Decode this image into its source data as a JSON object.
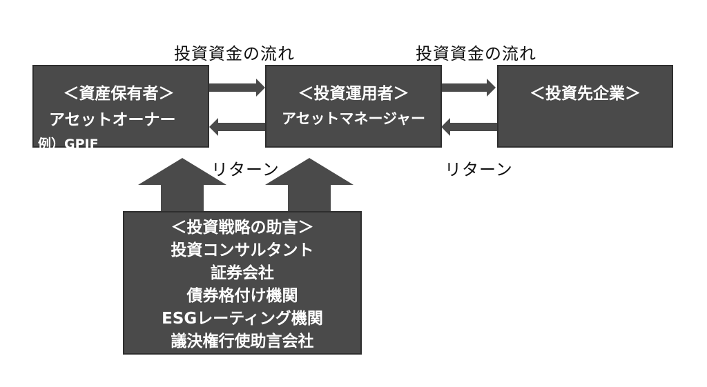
{
  "colors": {
    "box_fill": "#4a4a4a",
    "box_border": "#2e2e2e",
    "arrow": "#4a4a4a",
    "text_on_box": "#ffffff"
  },
  "asset_owner": {
    "title": "＜資産保有者＞",
    "role": "アセットオーナー",
    "example": "例）GPIF"
  },
  "asset_manager": {
    "title": "＜投資運用者＞",
    "role": "アセットマネージャー"
  },
  "investee": {
    "title": "＜投資先企業＞"
  },
  "advisors": {
    "title": "＜投資戦略の助言＞",
    "items": [
      "投資コンサルタント",
      "証券会社",
      "債券格付け機関",
      "ESGレーティング機関",
      "議決権行使助言会社"
    ]
  },
  "flows": {
    "investment_flow_1": "投資資金の流れ",
    "investment_flow_2": "投資資金の流れ",
    "return_1": "リターン",
    "return_2": "リターン"
  }
}
